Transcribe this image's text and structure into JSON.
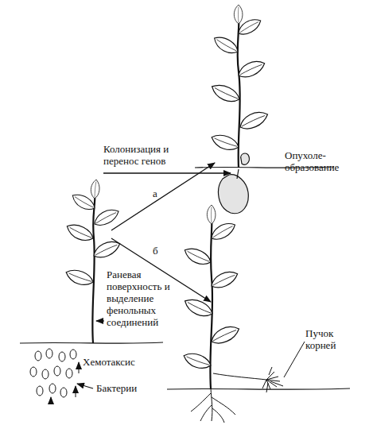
{
  "diagram": {
    "labels": [
      "Колонизация и перенос генов",
      "Опухоле- образование",
      "а",
      "б",
      "Раневая поверхность и выделение фенольных соединений",
      "Хемотаксис",
      "Бактерии",
      "Пучок корней"
    ]
  }
}
